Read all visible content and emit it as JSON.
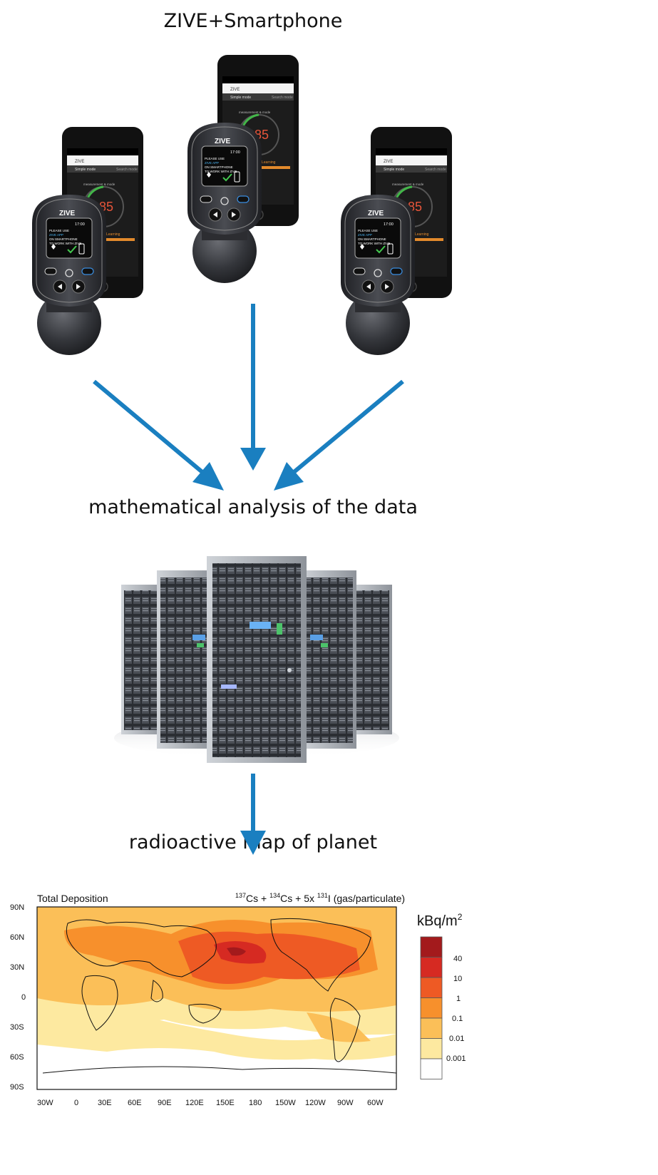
{
  "headings": {
    "top": "ZIVE+Smartphone",
    "middle": "mathematical analysis of the data",
    "bottom": "radioactive map of planet"
  },
  "devices": [
    {
      "brand": "ZIVE",
      "time": "17:00",
      "line1": "PLEASE USE",
      "line2": "ZIVE APP",
      "line3": "ON SMARTPHONE",
      "line4": "TO WORK WITH ZIVE",
      "phone_app": "ZIVE",
      "phone_mode": "Simple mode",
      "phone_search": "Search mode",
      "phone_label": "measurement & mode",
      "phone_reading": "285",
      "phone_learning": "Learning"
    },
    {
      "brand": "ZIVE",
      "time": "17:00",
      "line1": "PLEASE USE",
      "line2": "ZIVE APP",
      "line3": "ON SMARTPHONE",
      "line4": "TO WORK WITH ZIVE",
      "phone_app": "ZIVE",
      "phone_mode": "Simple mode",
      "phone_search": "Search mode",
      "phone_label": "measurement & mode",
      "phone_reading": "285",
      "phone_learning": "Learning"
    },
    {
      "brand": "ZIVE",
      "time": "17:00",
      "line1": "PLEASE USE",
      "line2": "ZIVE APP",
      "line3": "ON SMARTPHONE",
      "line4": "TO WORK WITH ZIVE",
      "phone_app": "ZIVE",
      "phone_mode": "Simple mode",
      "phone_search": "Search mode",
      "phone_label": "measurement & mode",
      "phone_reading": "285",
      "phone_learning": "Learning"
    }
  ],
  "map": {
    "title": "Total Deposition",
    "species": {
      "sup1": "137",
      "t1": "Cs + ",
      "sup2": "134",
      "t2": "Cs + 5x ",
      "sup3": "131",
      "t3": "I (gas/particulate)"
    },
    "y_labels": [
      "90N",
      "60N",
      "30N",
      "0",
      "30S",
      "60S",
      "90S"
    ],
    "x_labels": [
      "30W",
      "0",
      "30E",
      "60E",
      "90E",
      "120E",
      "150E",
      "180",
      "150W",
      "120W",
      "90W",
      "60W"
    ],
    "legend_unit": "kBq/m",
    "legend_unit_sup": "2",
    "legend_labels": [
      "40",
      "10",
      "1",
      "0.1",
      "0.01",
      "0.001"
    ],
    "legend_colors": [
      "#a31a1c",
      "#d62a22",
      "#ee5a24",
      "#f7902c",
      "#fbbf58",
      "#fde9a0",
      "#ffffff"
    ]
  },
  "colors": {
    "arrow": "#1a7fc0",
    "device_body": "#2e2f33",
    "server_body": "#3a3d42"
  }
}
